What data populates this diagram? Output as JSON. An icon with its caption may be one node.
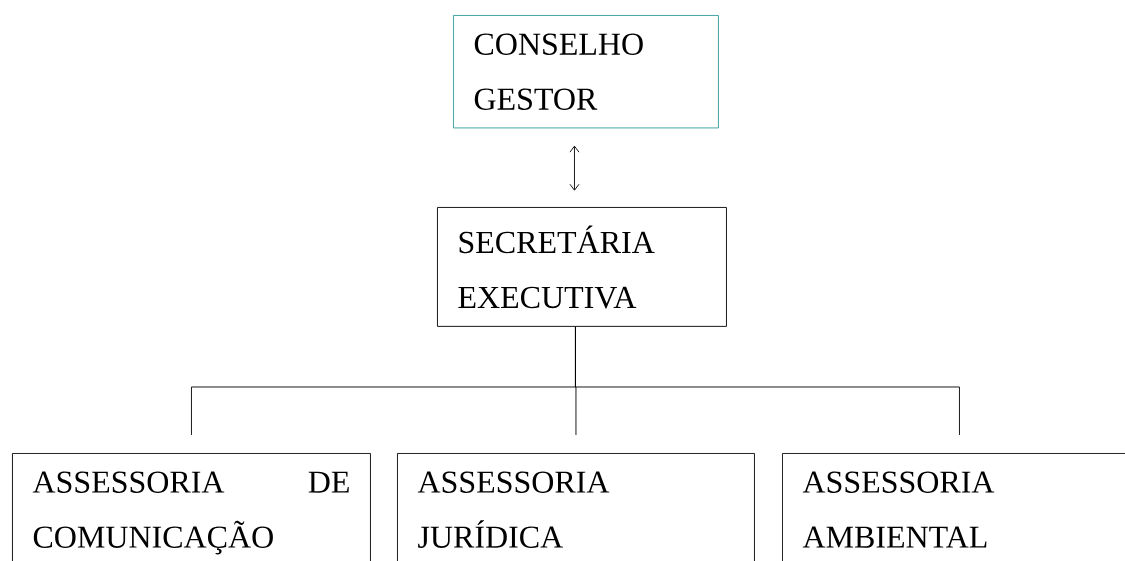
{
  "diagram": {
    "nodes": [
      {
        "text": [
          "CONSELHO GESTOR"
        ]
      },
      {
        "text": [
          "SECRETÁRIA EXECUTIVA"
        ]
      },
      {
        "text": [
          "ASSESSORIA DE COMUNICAÇÃO"
        ]
      },
      {
        "text": [
          "ASSESSORIA JURÍDICA"
        ]
      },
      {
        "text": [
          "ASSESSORIA AMBIENTAL"
        ]
      }
    ],
    "edges": [
      {
        "from": 0,
        "to": 1,
        "arrow": "both"
      },
      {
        "from": 1,
        "to": 2,
        "arrow": "none"
      },
      {
        "from": 1,
        "to": 3,
        "arrow": "none"
      },
      {
        "from": 1,
        "to": 4,
        "arrow": "none"
      }
    ]
  }
}
